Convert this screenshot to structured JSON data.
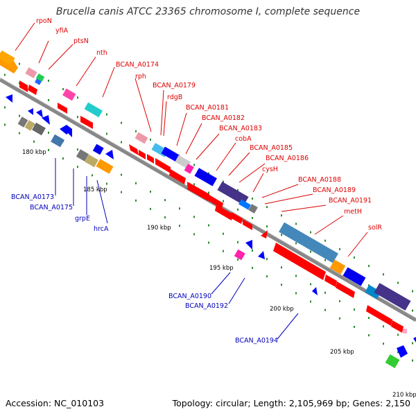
{
  "title": "Brucella canis ATCC 23365 chromosome I, complete sequence",
  "footer": {
    "accession": "Accession: NC_010103",
    "summary": "Topology: circular; Length: 2,105,969 bp; Genes: 2,150"
  },
  "colors": {
    "forward_label": "#dd0000",
    "reverse_label": "#0000bb",
    "backbone": "#888888",
    "tick": "#2a8a2a",
    "cds_forward": "#ff0000",
    "cds_reverse": "#0000ff"
  },
  "scale_labels": [
    "180 kbp",
    "185 kbp",
    "190 kbp",
    "195 kbp",
    "200 kbp",
    "205 kbp",
    "210 kbp"
  ],
  "forward_labels": [
    "rpoN",
    "yfiA",
    "ptsN",
    "nth",
    "BCAN_A0174",
    "rph",
    "BCAN_A0179",
    "rdgB",
    "BCAN_A0181",
    "BCAN_A0182",
    "BCAN_A0183",
    "cobA",
    "BCAN_A0185",
    "BCAN_A0186",
    "cysH",
    "BCAN_A0188",
    "BCAN_A0189",
    "BCAN_A0191",
    "metH",
    "solR"
  ],
  "reverse_labels": [
    "BCAN_A0173",
    "BCAN_A0175",
    "grpE",
    "hrcA",
    "BCAN_A0190",
    "BCAN_A0192",
    "BCAN_A0194"
  ]
}
